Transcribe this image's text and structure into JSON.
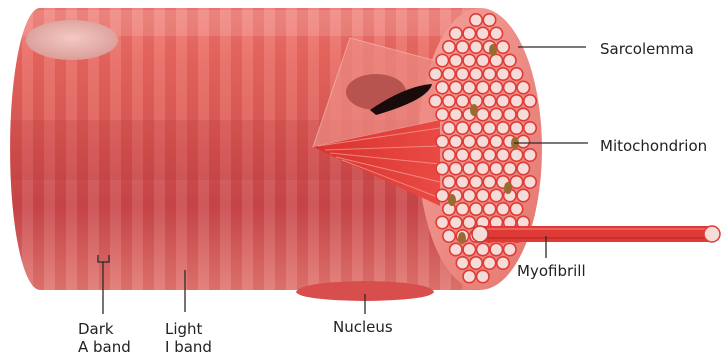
{
  "labels": {
    "sarcolemma": "Sarcolemma",
    "mitochondrion": "Mitochondrion",
    "myofibrill": "Myofibrill",
    "nucleus": "Nucleus",
    "dark_line1": "Dark",
    "dark_line2": "A band",
    "light_line1": "Light",
    "light_line2": "I band"
  },
  "colors": {
    "fiber_body": "#e0605c",
    "fiber_dark": "#c2403d",
    "fiber_light": "#ef8f86",
    "myofibril_face": "#f6dcd8",
    "myofibril_red": "#e03a36",
    "mitochondria": "#9a6a30",
    "leader_lines": "#2b2b2b"
  }
}
